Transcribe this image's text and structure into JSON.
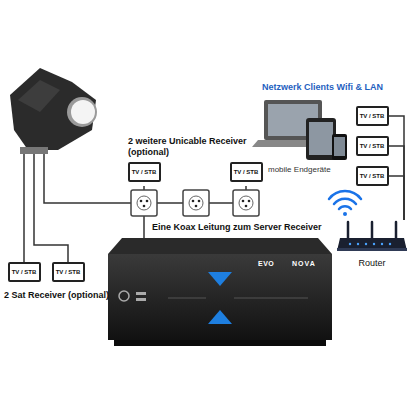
{
  "diagram": {
    "nodes": [
      {
        "text": [
          "TV / STB"
        ]
      },
      {
        "text": [
          "TV / STB"
        ]
      },
      {
        "text": [
          "TV / STB"
        ]
      },
      {
        "text": [
          "TV / STB"
        ]
      },
      {
        "text": [
          "TV / STB"
        ]
      },
      {
        "text": [
          "Router"
        ]
      },
      {
        "text": [
          "EVO",
          "NOVA"
        ]
      },
      {
        "text": [
          "TV / STB"
        ]
      },
      {
        "text": [
          "TV / STB"
        ]
      }
    ],
    "edges": [
      {
        "from": 5,
        "to": 0,
        "arrow": "none"
      },
      {
        "from": 5,
        "to": 1,
        "arrow": "none"
      },
      {
        "from": 5,
        "to": 2,
        "arrow": "none"
      }
    ],
    "labels": [
      "Netzwerk Clients Wifi & LAN",
      "mobile Endgeräte",
      "2 weitere Unicable Receiver (optional)",
      "Eine Koax Leitung zum Server Receiver",
      "2 Sat Receiver (optional)"
    ]
  }
}
